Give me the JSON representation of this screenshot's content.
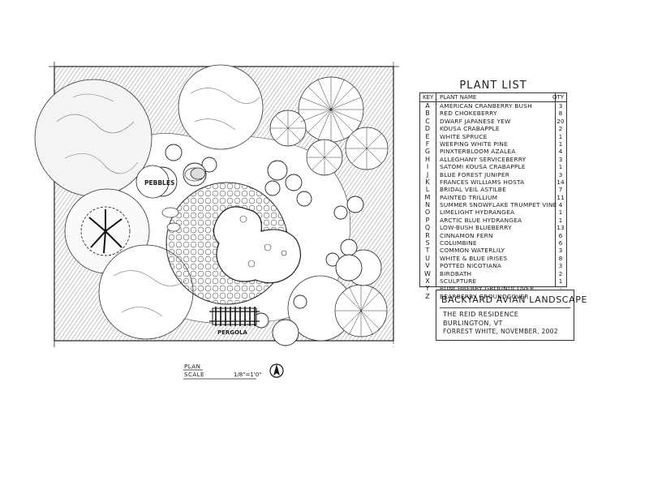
{
  "plan": {
    "title_label": "PLAN",
    "scale_label": "SCALE",
    "scale_value": "1/8\"=1'0\"",
    "map_labels": {
      "pebbles": "PEBBLES",
      "pergola": "PERGOLA"
    }
  },
  "plant_list": {
    "title": "PLANT LIST",
    "col_key": "KEY",
    "col_name": "PLANT NAME",
    "col_qty": "QTY",
    "rows": [
      {
        "key": "A",
        "name": "AMERICAN CRANBERRY BUSH",
        "qty": "3"
      },
      {
        "key": "B",
        "name": "RED CHOKEBERRY",
        "qty": "8"
      },
      {
        "key": "C",
        "name": "DWARF JAPANESE YEW",
        "qty": "20"
      },
      {
        "key": "D",
        "name": "KOUSA CRABAPPLE",
        "qty": "2"
      },
      {
        "key": "E",
        "name": "WHITE SPRUCE",
        "qty": "1"
      },
      {
        "key": "F",
        "name": "WEEPING WHITE PINE",
        "qty": "1"
      },
      {
        "key": "G",
        "name": "PINXTERBLOOM AZALEA",
        "qty": "4"
      },
      {
        "key": "H",
        "name": "ALLEGHANY SERVICEBERRY",
        "qty": "3"
      },
      {
        "key": "I",
        "name": "SATOMI KOUSA CRABAPPLE",
        "qty": "1"
      },
      {
        "key": "J",
        "name": "BLUE FOREST JUNIPER",
        "qty": "3"
      },
      {
        "key": "K",
        "name": "FRANCES WILLIAMS HOSTA",
        "qty": "14"
      },
      {
        "key": "L",
        "name": "BRIDAL VEIL ASTILBE",
        "qty": "7"
      },
      {
        "key": "M",
        "name": "PAINTED TRILLIUM",
        "qty": "11"
      },
      {
        "key": "N",
        "name": "SUMMER SNOWFLAKE TRUMPET VINE",
        "qty": "4"
      },
      {
        "key": "O",
        "name": "LIMELIGHT HYDRANGEA",
        "qty": "1"
      },
      {
        "key": "P",
        "name": "ARCTIC BLUE HYDRANGEA",
        "qty": "1"
      },
      {
        "key": "Q",
        "name": "LOW-BUSH BLUEBERRY",
        "qty": "13"
      },
      {
        "key": "R",
        "name": "CINNAMON FERN",
        "qty": "6"
      },
      {
        "key": "S",
        "name": "COLUMBINE",
        "qty": "6"
      },
      {
        "key": "T",
        "name": "COMMON WATERLILY",
        "qty": "3"
      },
      {
        "key": "U",
        "name": "WHITE & BLUE IRISES",
        "qty": "8"
      },
      {
        "key": "V",
        "name": "POTTED NICOTIANA",
        "qty": "3"
      },
      {
        "key": "W",
        "name": "BIRDBATH",
        "qty": "2"
      },
      {
        "key": "X",
        "name": "SCULPTURE",
        "qty": "1"
      },
      {
        "key": "Y",
        "name": "BUNCHBERRY GROUNDCOVER",
        "qty": "-"
      },
      {
        "key": "Z",
        "name": "BEARBERRY GROUNDCOVER",
        "qty": "-"
      }
    ]
  },
  "title_block": {
    "title": "BACKYARD AVIAN LANDSCAPE",
    "residence": "THE REID RESIDENCE",
    "location": "BURLINGTON, VT",
    "designer_date": "FORREST WHITE, NOVEMBER, 2002"
  }
}
